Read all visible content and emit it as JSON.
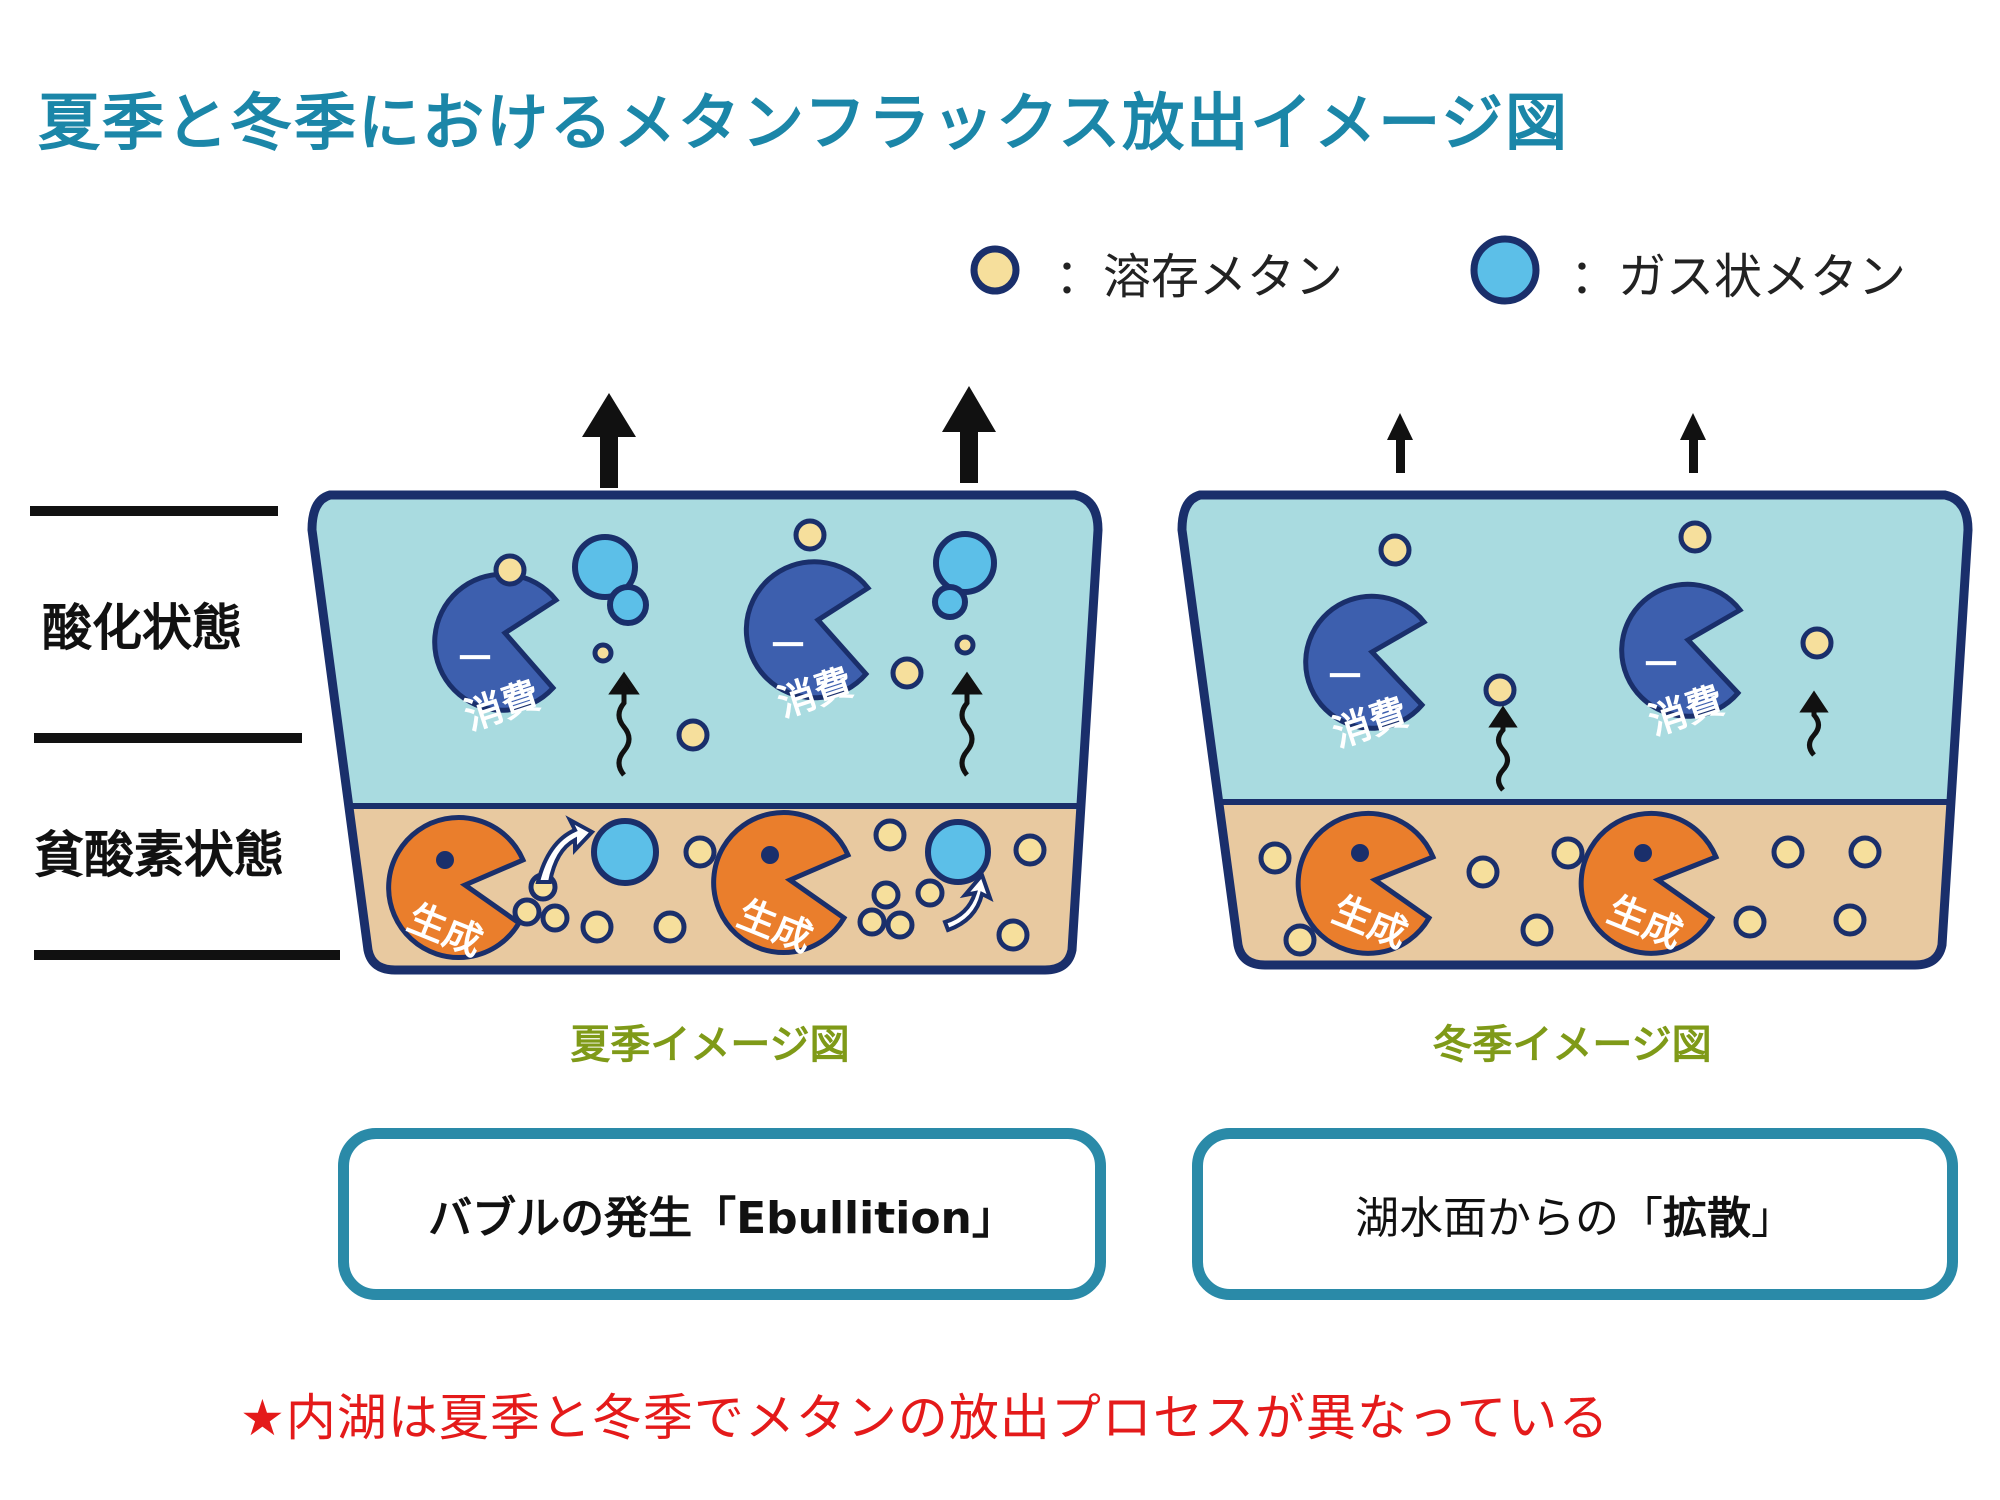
{
  "title": "夏季と冬季におけるメタンフラックス放出イメージ図",
  "legend": {
    "dissolved_label": "：溶存メタン",
    "gas_label": "：ガス状メタン"
  },
  "layers": {
    "oxic_label": "酸化状態",
    "anoxic_label": "貧酸素状態"
  },
  "organisms": {
    "consume_label": "消費",
    "consume_sign": "－",
    "produce_label": "生成"
  },
  "captions": {
    "summer": "夏季イメージ図",
    "winter": "冬季イメージ図"
  },
  "processes": {
    "summer": {
      "prefix": "バブルの発生「",
      "term": "Ebullition",
      "suffix": "」"
    },
    "winter": {
      "prefix": "湖水面からの「",
      "term": "拡散",
      "suffix": "」"
    }
  },
  "note": "★内湖は夏季と冬季でメタンの放出プロセスが異なっている",
  "colors": {
    "title": "#1b86a8",
    "water": "#a9dbe0",
    "sediment": "#e8c9a0",
    "outline": "#1a2f6b",
    "consumer": "#3d5fae",
    "producer": "#ea7e2c",
    "dissolved": "#f6df9c",
    "gas": "#5cbfe8",
    "caption": "#7f9a18",
    "box_border": "#2a8aa8",
    "note": "#e41a1a"
  }
}
